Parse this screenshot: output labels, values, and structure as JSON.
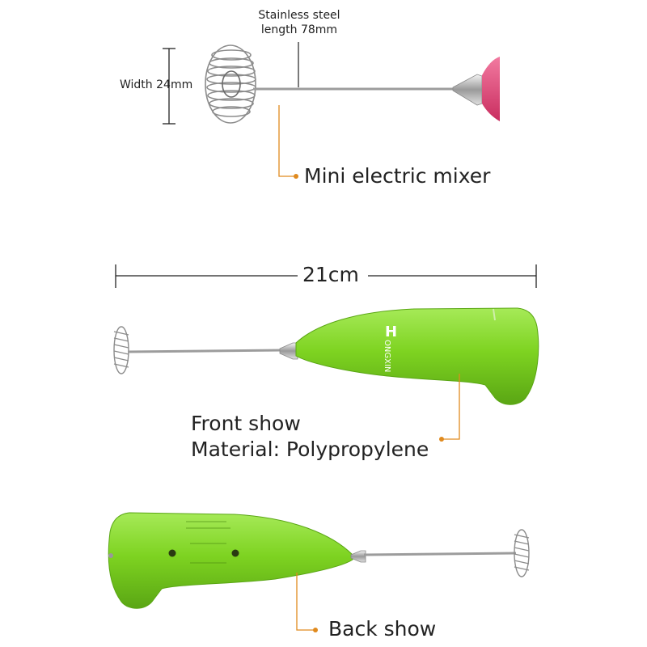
{
  "annotations": {
    "steel_length": {
      "line1": "Stainless steel",
      "line2": "length 78mm"
    },
    "width": "Width 24mm",
    "mini_mixer": "Mini electric mixer",
    "total_length": "21cm",
    "front": {
      "line1": "Front show",
      "line2": "Material: Polypropylene"
    },
    "back": "Back show"
  },
  "brand": {
    "logo_letter": "H",
    "name": "ONGXIN"
  },
  "colors": {
    "body_green": "#7ed321",
    "body_dark": "#5aa614",
    "handle_pink": "#e8457a",
    "leader_orange": "#e08a1e",
    "metal": "#a9a9a9"
  },
  "icons": [
    "whisk-coil-icon",
    "mixer-handle-icon"
  ]
}
